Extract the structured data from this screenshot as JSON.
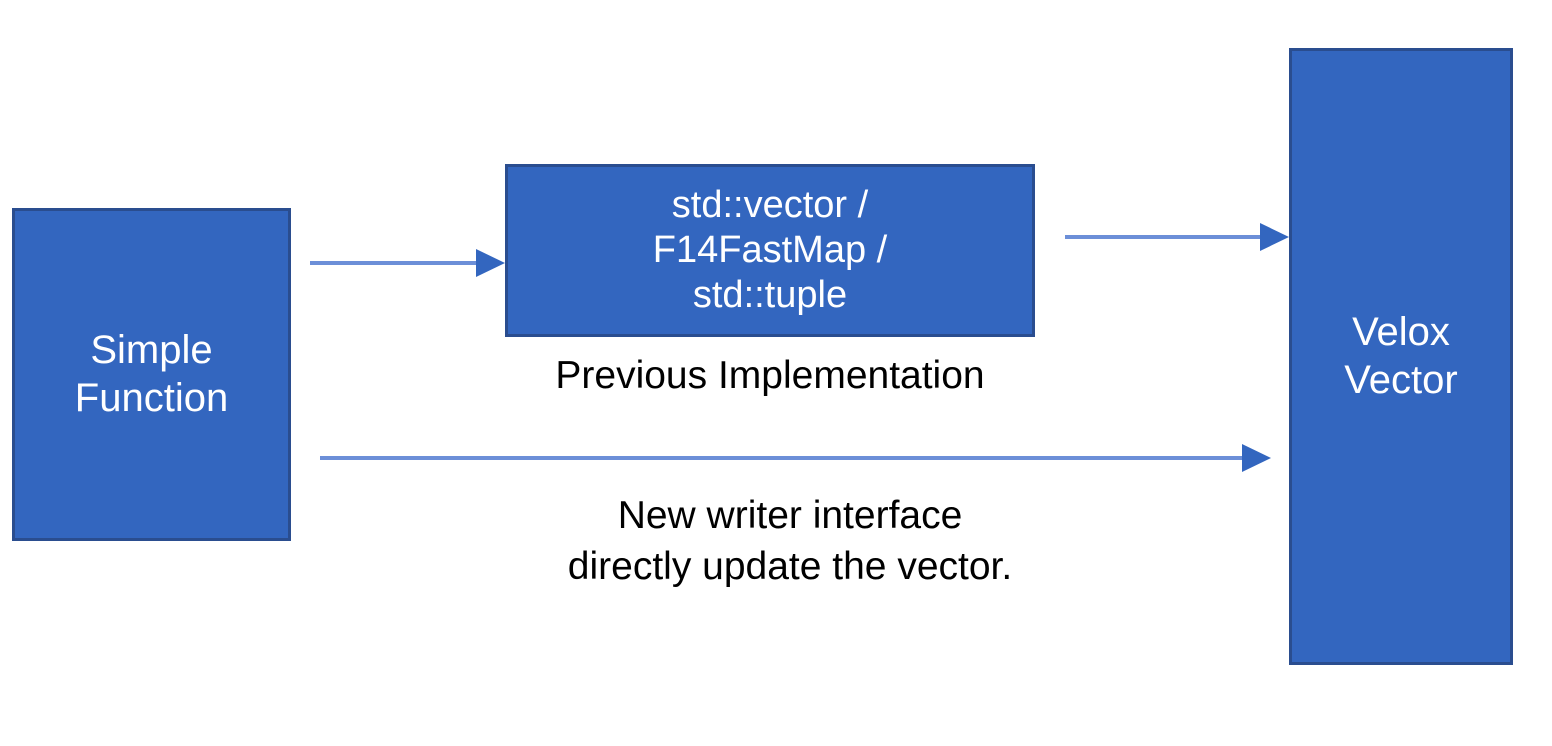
{
  "diagram": {
    "title": "Simple Function writer interface diagram",
    "background_color": "#FFFFFF",
    "box_fill_color": "#3366BF",
    "box_border_color": "#2A4D8F",
    "box_text_color": "#FFFFFF",
    "caption_text_color": "#000000",
    "arrow_line_color": "#6C8FD8",
    "arrow_head_color": "#3366BF",
    "boxes": [
      {
        "id": "simple-function",
        "label": "Simple\nFunction"
      },
      {
        "id": "previous-impl",
        "label": "std::vector /\nF14FastMap /\nstd::tuple"
      },
      {
        "id": "velox-vector",
        "label": "Velox\nVector"
      }
    ],
    "captions": [
      {
        "id": "previous-implementation",
        "label": "Previous Implementation"
      },
      {
        "id": "new-writer-interface",
        "label": "New writer interface\ndirectly update the vector."
      }
    ],
    "arrows": [
      {
        "id": "function-to-previous-impl",
        "from": "simple-function",
        "to": "previous-impl"
      },
      {
        "id": "previous-impl-to-vector",
        "from": "previous-impl",
        "to": "velox-vector"
      },
      {
        "id": "function-to-vector-direct",
        "from": "simple-function",
        "to": "velox-vector"
      }
    ]
  }
}
